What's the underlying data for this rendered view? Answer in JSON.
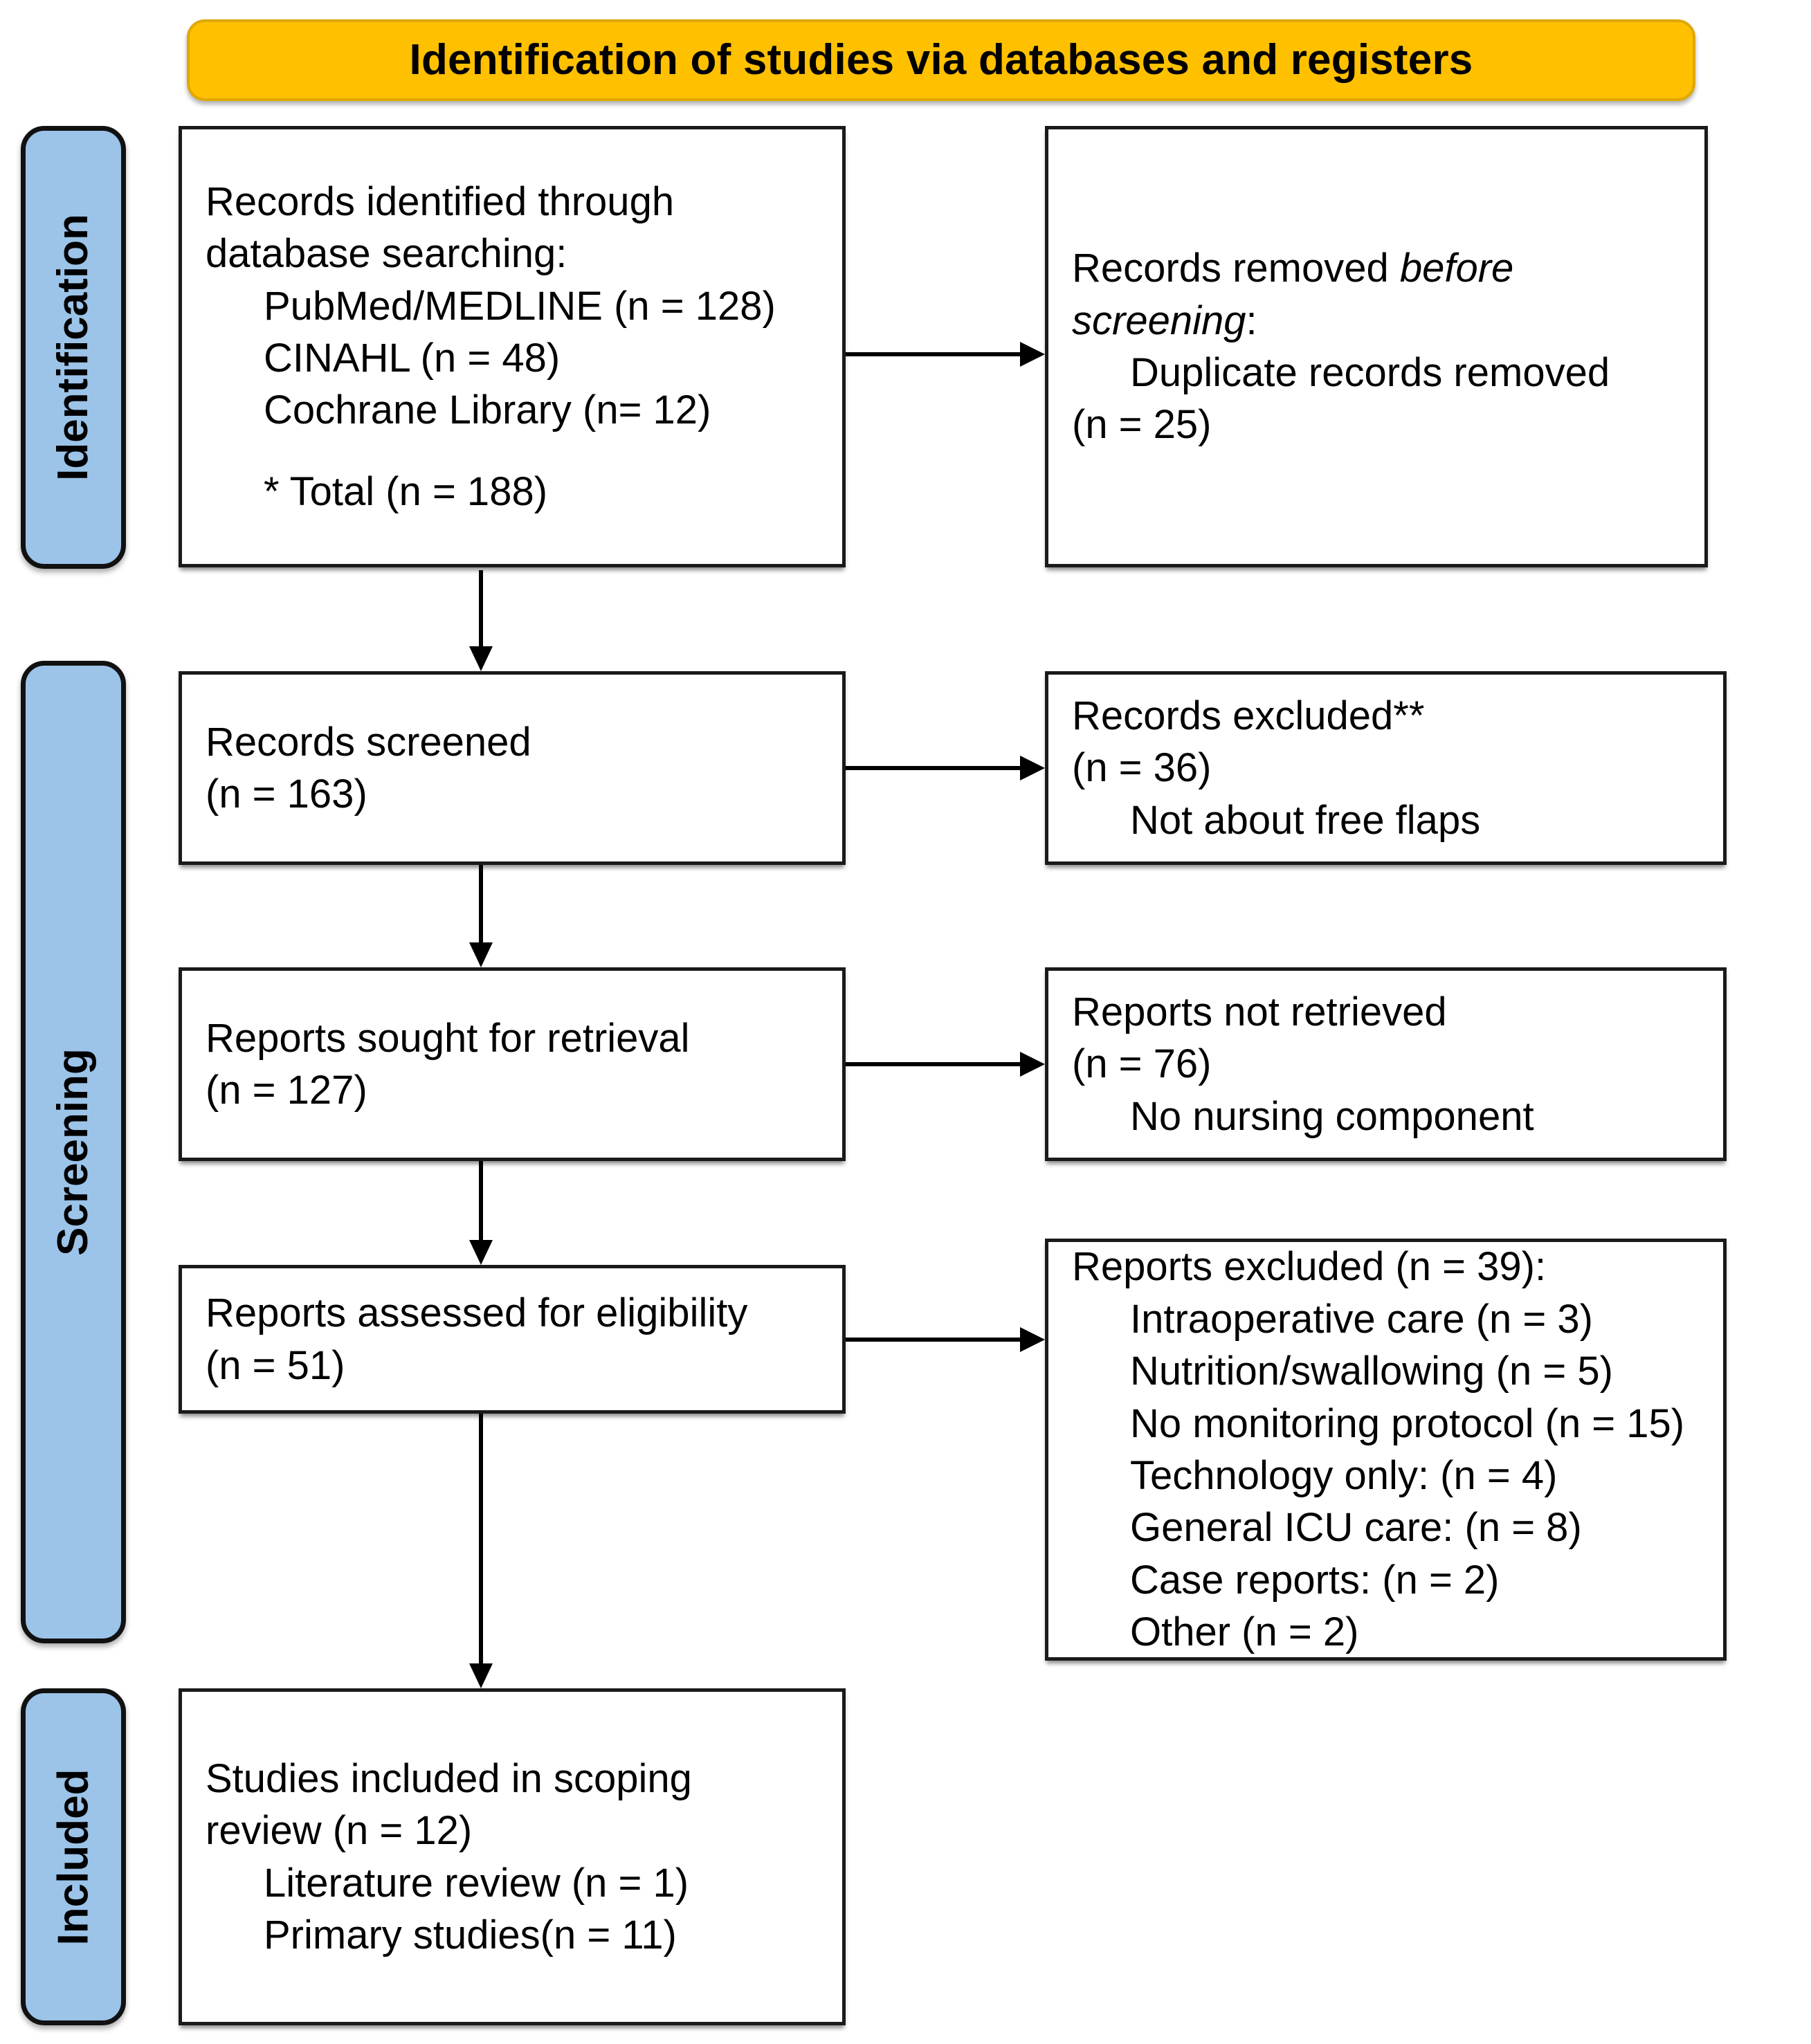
{
  "diagram": {
    "type": "prisma-flow-diagram",
    "banner_title": "Identification of studies via databases and registers",
    "colors": {
      "banner": "#FFC000",
      "sidebar": "#9CC3E8",
      "box_border": "#1a1a1a",
      "text": "#000000",
      "background": "#FFFFFF"
    }
  },
  "sidebars": [
    {
      "label": "Identification"
    },
    {
      "label": "Screening"
    },
    {
      "label": "Included"
    }
  ],
  "boxes": {
    "identified": {
      "lines": [
        "Records identified through",
        "database searching:",
        "PubMed/MEDLINE (n = 128)",
        "CINAHL (n = 48)",
        "Cochrane Library (n= 12)",
        "* Total (n = 188)"
      ]
    },
    "removed_before_screening": {
      "line1_plain": "Records removed ",
      "line1_italic": "before",
      "line2_italic": "screening",
      "line2_plain": ":",
      "line3": "Duplicate records removed",
      "line4": "(n = 25)"
    },
    "records_screened": {
      "lines": [
        "Records screened",
        "(n = 163)"
      ]
    },
    "records_excluded": {
      "lines": [
        "Records excluded**",
        "(n = 36)",
        "Not about free flaps"
      ]
    },
    "reports_sought": {
      "lines": [
        "Reports sought for retrieval",
        "(n = 127)"
      ]
    },
    "reports_not_retrieved": {
      "lines": [
        "Reports not retrieved",
        "(n = 76)",
        "No nursing component"
      ]
    },
    "reports_assessed": {
      "lines": [
        "Reports assessed for eligibility",
        "(n = 51)"
      ]
    },
    "reports_excluded": {
      "heading": "Reports excluded (n = 39):",
      "reasons": [
        "Intraoperative care (n = 3)",
        "Nutrition/swallowing (n = 5)",
        "No monitoring protocol (n = 15)",
        "Technology only: (n = 4)",
        "General ICU care: (n = 8)",
        "Case reports: (n = 2)",
        "Other (n = 2)"
      ]
    },
    "studies_included": {
      "lines": [
        "Studies included in scoping",
        "review (n = 12)",
        "Literature review (n = 1)",
        "Primary studies(n = 11)"
      ]
    }
  },
  "chart_data": {
    "type": "diagram",
    "title": "Identification of studies via databases and registers",
    "stages": [
      {
        "phase": "Identification",
        "label": "Records identified through database searching",
        "n": 188,
        "breakdown": [
          {
            "source": "PubMed/MEDLINE",
            "n": 128
          },
          {
            "source": "CINAHL",
            "n": 48
          },
          {
            "source": "Cochrane Library",
            "n": 12
          }
        ]
      },
      {
        "phase": "Identification",
        "label": "Duplicate records removed before screening",
        "n": 25,
        "excluded": true
      },
      {
        "phase": "Screening",
        "label": "Records screened",
        "n": 163
      },
      {
        "phase": "Screening",
        "label": "Records excluded** - Not about free flaps",
        "n": 36,
        "excluded": true
      },
      {
        "phase": "Screening",
        "label": "Reports sought for retrieval",
        "n": 127
      },
      {
        "phase": "Screening",
        "label": "Reports not retrieved - No nursing component",
        "n": 76,
        "excluded": true
      },
      {
        "phase": "Screening",
        "label": "Reports assessed for eligibility",
        "n": 51
      },
      {
        "phase": "Screening",
        "label": "Reports excluded",
        "n": 39,
        "excluded": true,
        "breakdown": [
          {
            "reason": "Intraoperative care",
            "n": 3
          },
          {
            "reason": "Nutrition/swallowing",
            "n": 5
          },
          {
            "reason": "No monitoring protocol",
            "n": 15
          },
          {
            "reason": "Technology only",
            "n": 4
          },
          {
            "reason": "General ICU care",
            "n": 8
          },
          {
            "reason": "Case reports",
            "n": 2
          },
          {
            "reason": "Other",
            "n": 2
          }
        ]
      },
      {
        "phase": "Included",
        "label": "Studies included in scoping review",
        "n": 12,
        "breakdown": [
          {
            "type": "Literature review",
            "n": 1
          },
          {
            "type": "Primary studies",
            "n": 11
          }
        ]
      }
    ]
  }
}
